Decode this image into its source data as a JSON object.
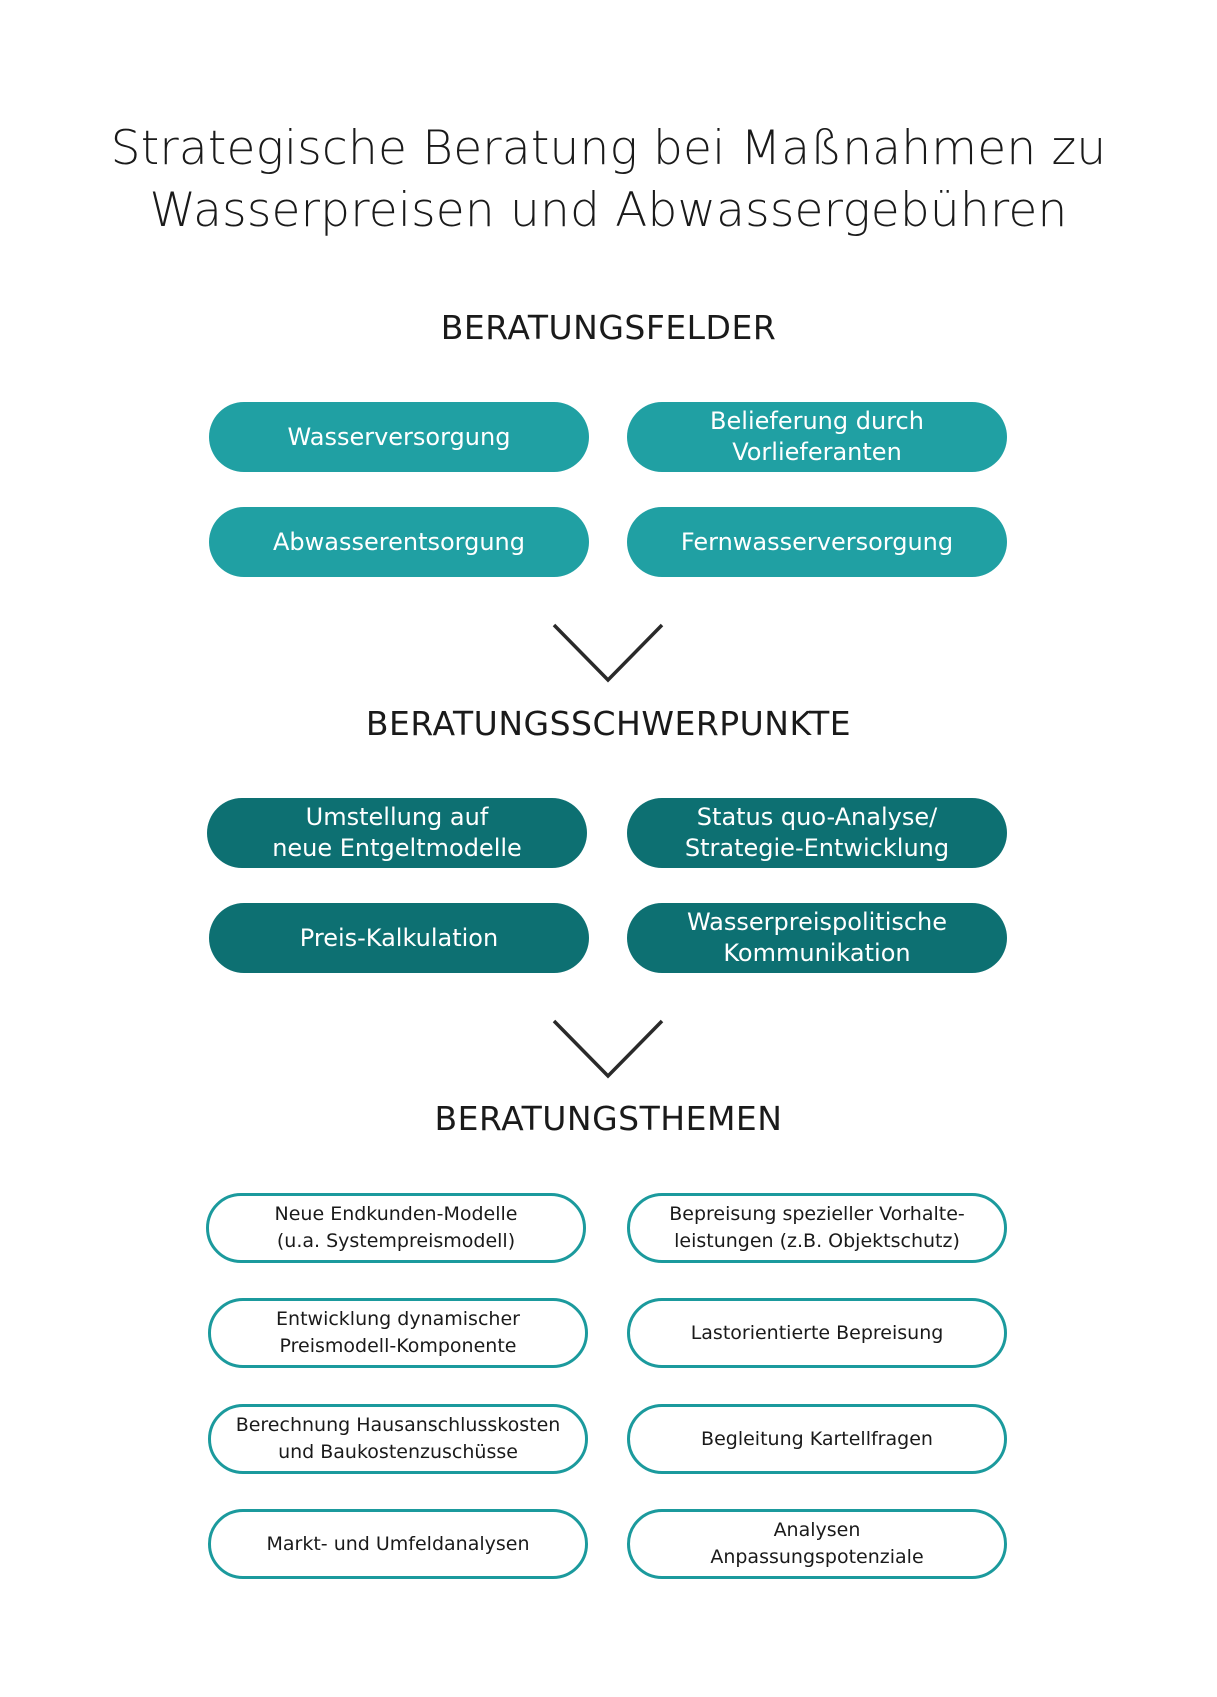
{
  "title": {
    "line1": "Strategische Beratung bei Maßnahmen zu",
    "line2": "Wasserpreisen und Abwassergebühren"
  },
  "sections": [
    {
      "heading": "BERATUNGSFELDER",
      "style": "light",
      "items": [
        "Wasserversorgung",
        "Belieferung durch\nVorlieferanten",
        "Abwasserentsorgung",
        "Fernwasserversorgung"
      ]
    },
    {
      "heading": "BERATUNGSSCHWERPUNKTE",
      "style": "dark",
      "items": [
        "Umstellung auf\nneue Entgeltmodelle",
        "Status quo-Analyse/\nStrategie-Entwicklung",
        "Preis-Kalkulation",
        "Wasserpreispolitische\nKommunikation"
      ]
    },
    {
      "heading": "BERATUNGSTHEMEN",
      "style": "outline",
      "items": [
        "Neue Endkunden-Modelle\n(u.a. Systempreismodell)",
        "Bepreisung spezieller Vorhalte-\nleistungen (z.B. Objektschutz)",
        "Entwicklung dynamischer\nPreismodell-Komponente",
        "Lastorientierte Bepreisung",
        "Berechnung Hausanschlusskosten\nund Baukostenzuschüsse",
        "Begleitung Kartellfragen",
        "Markt- und Umfeldanalysen",
        "Analysen\nAnpassungspotenziale"
      ]
    }
  ],
  "colors": {
    "light_pill": "#20a0a3",
    "dark_pill": "#0d7072",
    "outline_border": "#1b9a9d",
    "arrow": "#2a2a2a"
  },
  "icons": [
    "chevron-down-icon",
    "chevron-down-icon"
  ]
}
